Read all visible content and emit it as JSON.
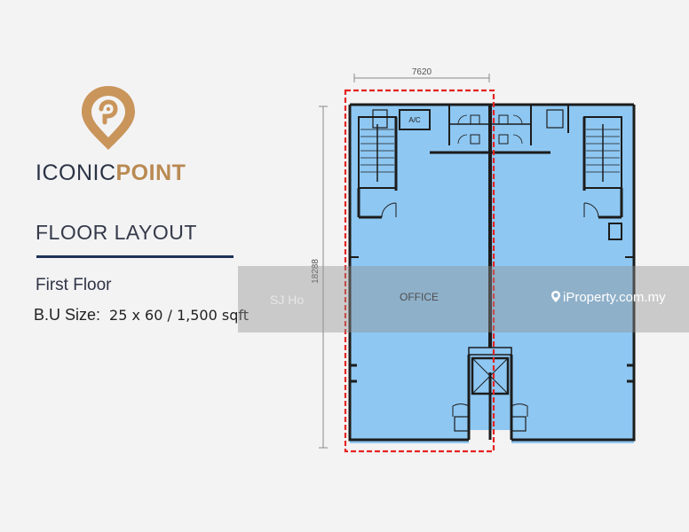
{
  "brand": {
    "part1": "ICONIC",
    "part2": "POINT",
    "accent_color": "#b98a52",
    "dark_color": "#2c3345"
  },
  "layout_title": "FLOOR LAYOUT",
  "floor_name": "First Floor",
  "size": {
    "label": "B.U Size:",
    "value": "25 x 60 / 1,500 sqft"
  },
  "plan": {
    "width_dim": "7620",
    "depth_dim": "18288",
    "room_label": "OFFICE",
    "ac_label": "A/C",
    "fill_color": "#8ec7f2",
    "highlight_color": "#e52421"
  },
  "watermark": {
    "agent": "SJ Ho",
    "site": "iProperty.com.my"
  }
}
